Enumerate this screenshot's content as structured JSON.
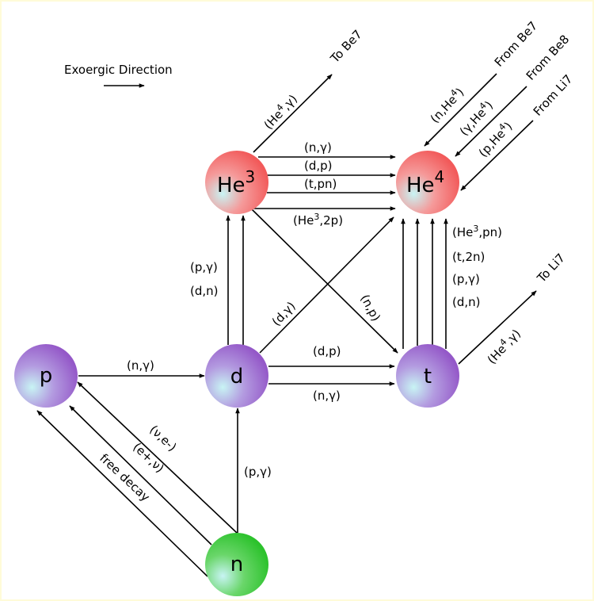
{
  "legend": {
    "text": "Exoergic Direction"
  },
  "colors": {
    "light_nuclide": "#9a5fcc",
    "helium": "#f26060",
    "neutron": "#2fc42f",
    "highlight": "#c8f4f4",
    "line": "#000000"
  },
  "nodes": [
    {
      "id": "He3",
      "base": "He",
      "sup": "3",
      "color": "helium"
    },
    {
      "id": "He4",
      "base": "He",
      "sup": "4",
      "color": "helium"
    },
    {
      "id": "p",
      "base": "p",
      "sup": "",
      "color": "light_nuclide"
    },
    {
      "id": "d",
      "base": "d",
      "sup": "",
      "color": "light_nuclide"
    },
    {
      "id": "t",
      "base": "t",
      "sup": "",
      "color": "light_nuclide"
    },
    {
      "id": "n",
      "base": "n",
      "sup": "",
      "color": "neutron"
    }
  ],
  "reactions": {
    "n_to_p": [
      "(ν,e-)",
      "(e+,ν)",
      "free decay"
    ],
    "p_to_d": "(n,γ)",
    "n_to_d": "(p,γ)",
    "d_to_He3": [
      "(p,γ)",
      "(d,n)"
    ],
    "d_to_He4": "(d,γ)",
    "He3_to_t": "(n,p)",
    "d_to_t": [
      "(d,p)",
      "(n,γ)"
    ],
    "He3_to_He4": [
      "(n,γ)",
      "(d,p)",
      "(t,pn)",
      "(He3,2p)"
    ],
    "t_to_He4": [
      "(He3,pn)",
      "(t,2n)",
      "(p,γ)",
      "(d,n)"
    ],
    "He3_to_Be7": {
      "label": "(He4,γ)",
      "target": "To Be7"
    },
    "t_to_Li7": {
      "label": "(He4,γ)",
      "target": "To Li7"
    },
    "Be7_to_He4": {
      "label": "(n,He4)",
      "source": "From Be7"
    },
    "Be8_to_He4": {
      "label": "(γ,He4)",
      "source": "From Be8"
    },
    "Li7_to_He4": {
      "label": "(p,He4)",
      "source": "From Li7"
    }
  }
}
